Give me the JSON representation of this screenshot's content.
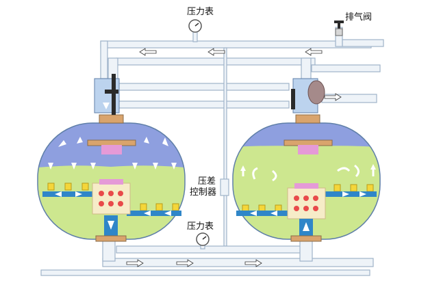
{
  "labels": {
    "pressure_gauge_top": "压力表",
    "vent_valve": "排气阀",
    "dp_controller_line1": "压差",
    "dp_controller_line2": "控制器",
    "pressure_gauge_bottom": "压力表"
  },
  "colors": {
    "tank_green": "#cde78f",
    "tank_blue": "#8e9fdf",
    "tank_outline": "#5f7fa8",
    "pipe_fill": "#eef3f8",
    "pipe_stroke": "#9fb3c9",
    "flow_bar": "#2f86c8",
    "nozzle_yellow": "#f4d63a",
    "collector": "#f6ecc8",
    "collector_dot": "#e84a4a",
    "pink": "#e59ad7",
    "tan": "#d9a46d"
  },
  "icons": [
    "pressure-gauge-icon",
    "vent-valve-icon",
    "flow-arrow-icon",
    "backwash-valve-icon"
  ]
}
